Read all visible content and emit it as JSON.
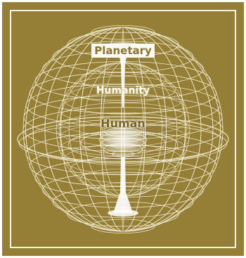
{
  "diagram": {
    "labels": {
      "outer": "Planetary",
      "middle": "Humanity",
      "inner": "Human"
    },
    "colors": {
      "background": "#957f36",
      "wire": "#fffbe8",
      "frame": "#ffffff"
    }
  }
}
